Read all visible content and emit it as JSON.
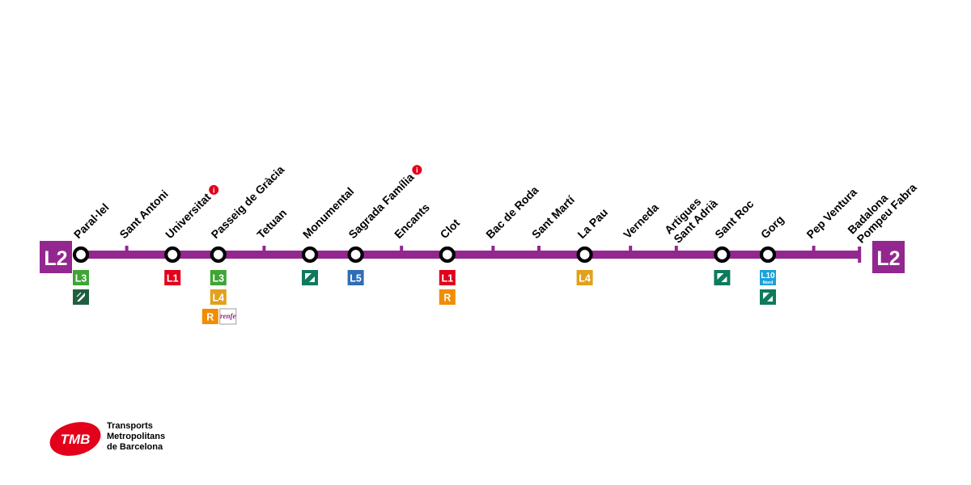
{
  "line": {
    "code": "L2",
    "color": "#93278f"
  },
  "stations": [
    {
      "name": "Paral·lel",
      "type": "interchange",
      "info": false,
      "connections": [
        "L3",
        "funicular"
      ]
    },
    {
      "name": "Sant Antoni",
      "type": "tick",
      "info": false,
      "connections": []
    },
    {
      "name": "Universitat",
      "type": "interchange",
      "info": true,
      "connections": [
        "L1"
      ]
    },
    {
      "name": "Passeig de Gràcia",
      "type": "interchange",
      "info": false,
      "connections": [
        "L3",
        "L4",
        "R",
        "renfe"
      ]
    },
    {
      "name": "Tetuan",
      "type": "tick",
      "info": false,
      "connections": []
    },
    {
      "name": "Monumental",
      "type": "interchange",
      "info": false,
      "connections": [
        "tram"
      ]
    },
    {
      "name": "Sagrada Família",
      "type": "interchange",
      "info": true,
      "connections": [
        "L5"
      ]
    },
    {
      "name": "Encants",
      "type": "tick",
      "info": false,
      "connections": []
    },
    {
      "name": "Clot",
      "type": "interchange",
      "info": false,
      "connections": [
        "L1",
        "R"
      ]
    },
    {
      "name": "Bac de Roda",
      "type": "tick",
      "info": false,
      "connections": []
    },
    {
      "name": "Sant Martí",
      "type": "tick",
      "info": false,
      "connections": []
    },
    {
      "name": "La Pau",
      "type": "interchange",
      "info": false,
      "connections": [
        "L4"
      ]
    },
    {
      "name": "Verneda",
      "type": "tick",
      "info": false,
      "connections": []
    },
    {
      "name": "Artigues | Sant Adrià",
      "type": "tick",
      "info": false,
      "connections": []
    },
    {
      "name": "Sant Roc",
      "type": "interchange",
      "info": false,
      "connections": [
        "tram"
      ]
    },
    {
      "name": "Gorg",
      "type": "interchange",
      "info": false,
      "connections": [
        "L10",
        "tram"
      ]
    },
    {
      "name": "Pep Ventura",
      "type": "tick",
      "info": false,
      "connections": []
    },
    {
      "name": "Badalona | Pompeu Fabra",
      "type": "end",
      "info": false,
      "connections": []
    }
  ],
  "connection_badges": {
    "L1": {
      "label": "L1",
      "color": "#e2001a"
    },
    "L3": {
      "label": "L3",
      "color": "#3fa535"
    },
    "L4": {
      "label": "L4",
      "color": "#e1a11b"
    },
    "L5": {
      "label": "L5",
      "color": "#2f6db5"
    },
    "L10": {
      "label": "L10",
      "sublabel": "Nord",
      "color": "#1ca2d9"
    },
    "R": {
      "label": "R",
      "color": "#f28c00"
    },
    "renfe": {
      "label": "renfe",
      "color": "#8a2b83"
    },
    "tram": {
      "icon": "tram-icon",
      "color": "#0f7a5e"
    },
    "funicular": {
      "icon": "funicular-icon",
      "color": "#1f5f3f"
    }
  },
  "info_icon_color": "#e2001a",
  "logo": {
    "mark": "TMB",
    "color": "#e2001a",
    "lines": [
      "Transports",
      "Metropolitans",
      "de Barcelona"
    ]
  }
}
